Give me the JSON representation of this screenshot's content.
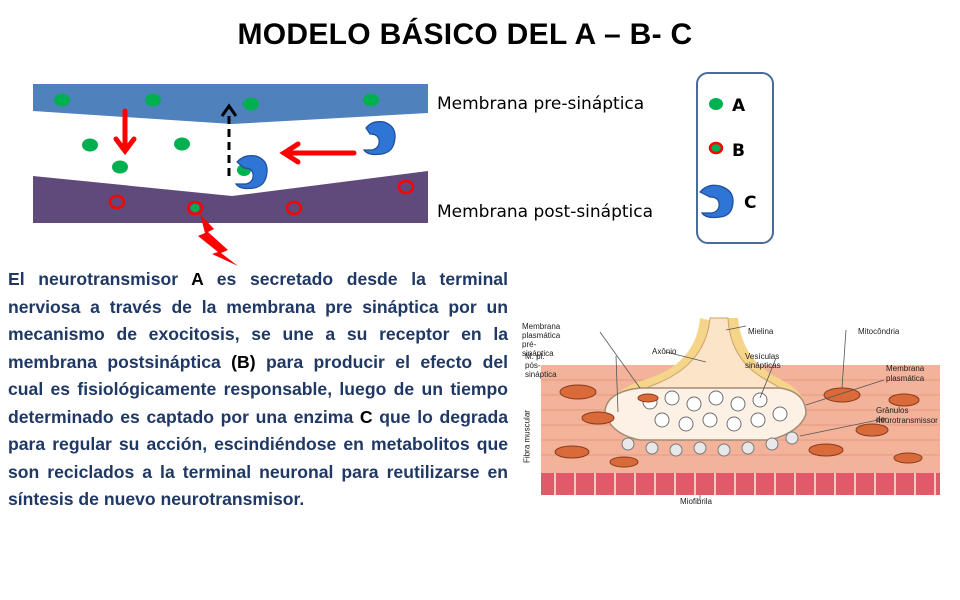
{
  "title": "MODELO BÁSICO DEL  A – B-  C",
  "labels": {
    "pre": "Membrana pre-sináptica",
    "post": "Membrana post-sináptica"
  },
  "legend": {
    "a": "A",
    "b": "B",
    "c": "C"
  },
  "paragraph": {
    "p1": "El neurotransmisor ",
    "a": "A",
    "p2": " es secretado desde la terminal nerviosa a través de la membrana pre sináptica por un mecanismo de exocitosis, se une a su receptor en la membrana postsináptica ",
    "b": "(B)",
    "p3": " para producir el efecto del cual es fisiológicamente responsable, luego de un tiempo determinado es captado por una enzima ",
    "c": "C",
    "p4": " que lo degrada para regular su acción, escindiéndose en metabolitos que son reciclados a la terminal neuronal para reutilizarse en síntesis de nuevo neurotransmisor."
  },
  "figure_labels": {
    "plasm_pre": "Membrana plasmática pré-sináptica",
    "mielina": "Mielina",
    "mitocondria": "Mitocôndria",
    "axonio": "Axônio",
    "m_pl_pos": "M. pl. pós-sináptica",
    "vesiculas": "Vesículas sinápticas",
    "membrana": "Membrana",
    "plasmatica": "plasmática",
    "fibra": "Fibra muscular",
    "granulos1": "Grânulos do",
    "granulos2": "neurotransmissor",
    "miofibrila": "Miofibrila"
  },
  "colors": {
    "pre_membrane": "#4f81bd",
    "post_membrane": "#604a7b",
    "neurotransmitter_A": "#00b050",
    "receptor_B": "#ff0000",
    "enzyme_C": "#2e75d6",
    "arrow": "#ff0000",
    "text": "#1f3864"
  }
}
